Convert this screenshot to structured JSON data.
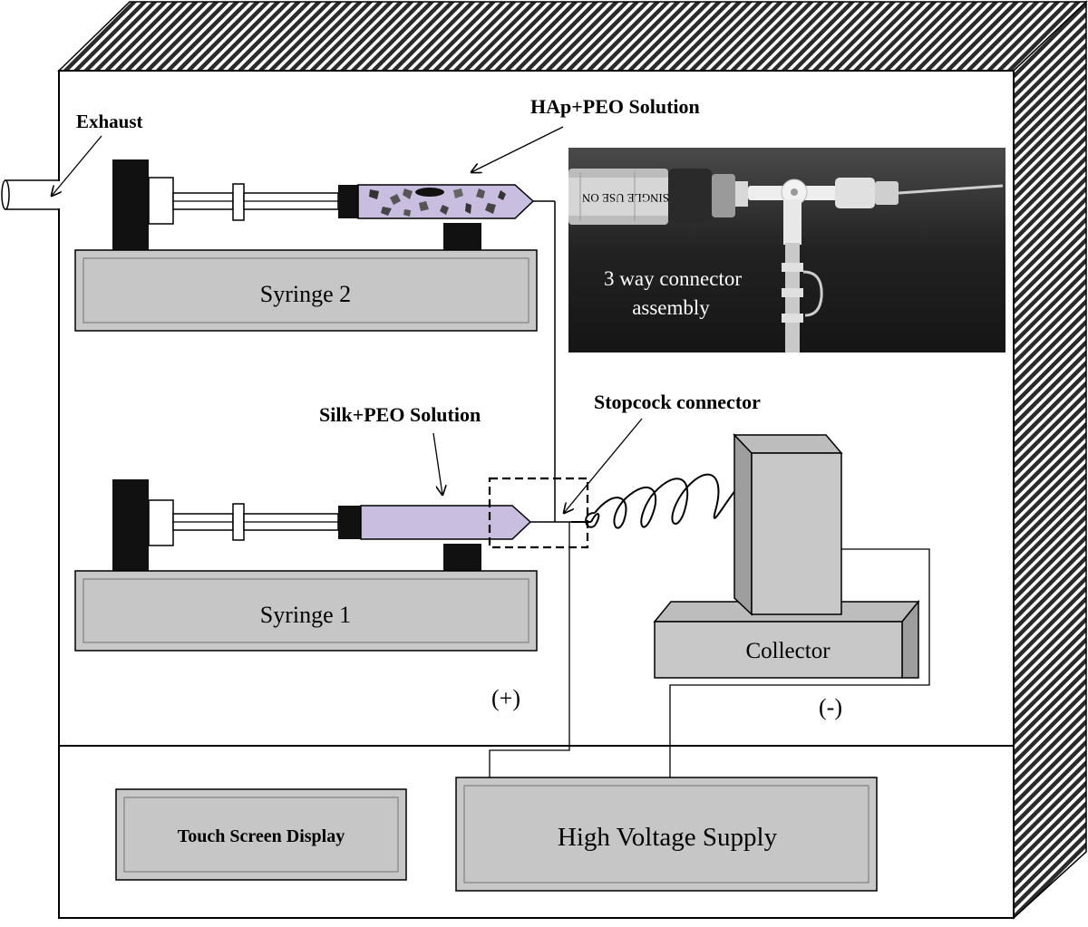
{
  "labels": {
    "exhaust": "Exhaust",
    "hap_solution": "HAp+PEO Solution",
    "silk_solution": "Silk+PEO Solution",
    "stopcock": "Stopcock connector",
    "syringe2": "Syringe 2",
    "syringe1": "Syringe 1",
    "collector": "Collector",
    "positive": "(+)",
    "negative": "(-)",
    "touch_screen": "Touch Screen Display",
    "hv_supply": "High Voltage Supply"
  },
  "photo": {
    "caption_line1": "3 way connector",
    "caption_line2": "assembly",
    "barrel_text": "SINGLE USE ON"
  },
  "colors": {
    "solution_fill": "#c9bedf",
    "panel_fill": "#c8c8c8",
    "photo_bg": "#2a2a2a"
  }
}
